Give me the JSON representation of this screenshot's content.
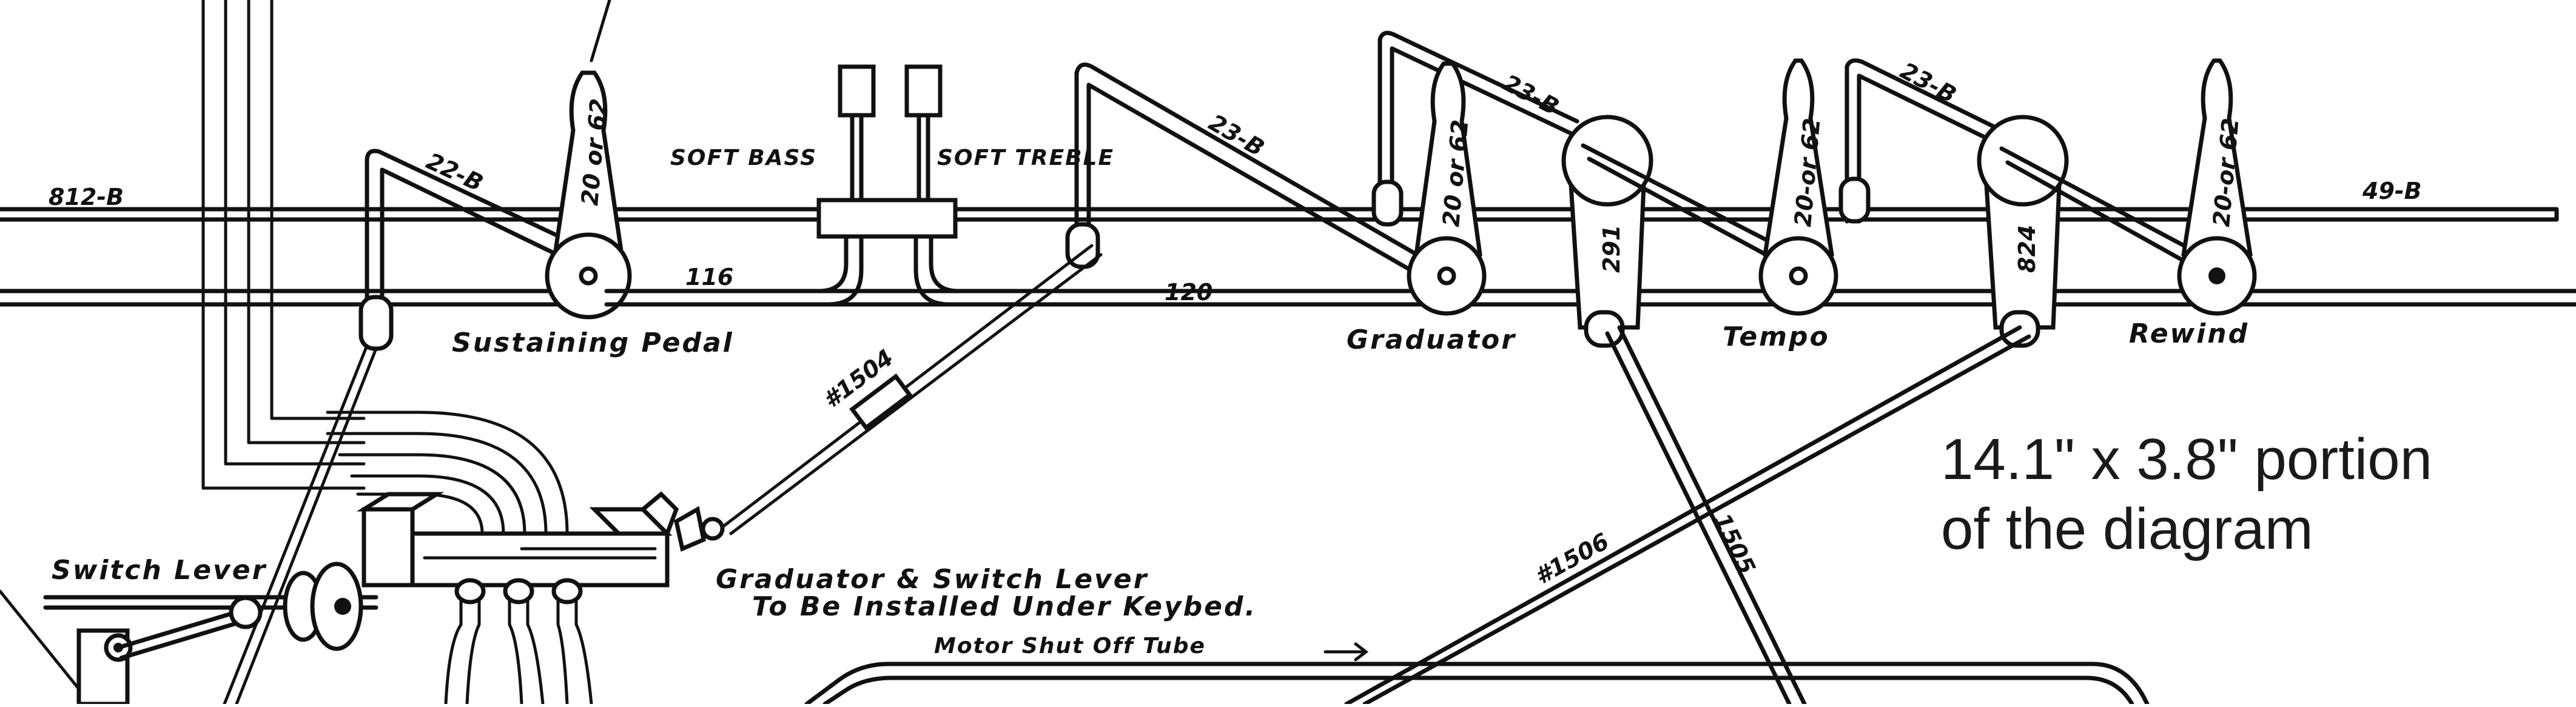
{
  "diagram": {
    "labels": {
      "sustaining_pedal": "Sustaining Pedal",
      "graduator": "Graduator",
      "tempo": "Tempo",
      "rewind": "Rewind",
      "soft_bass": "SOFT BASS",
      "soft_treble": "SOFT TREBLE",
      "switch_lever": "Switch Lever",
      "install_note_line1": "Graduator & Switch Lever",
      "install_note_line2": "To Be Installed Under Keybed.",
      "motor_shut_off": "Motor Shut Off Tube"
    },
    "tube_numbers": {
      "t812b": "812-B",
      "t22b": "22-B",
      "t116": "116",
      "t23b_a": "23-B",
      "t120": "120",
      "t23b_b": "23-B",
      "t23b_c": "23-B",
      "t49b": "49-B",
      "t1504": "#1504",
      "t1506": "#1506",
      "t1505": "1505",
      "t291": "291",
      "t824": "824"
    },
    "lever_markings": {
      "lever1": "20 or 62",
      "lever2": "20 or 62",
      "lever3": "20-or 62",
      "lever4": "20-or 62"
    },
    "caption_line1": "14.1\" x 3.8\" portion",
    "caption_line2": "of the diagram"
  }
}
